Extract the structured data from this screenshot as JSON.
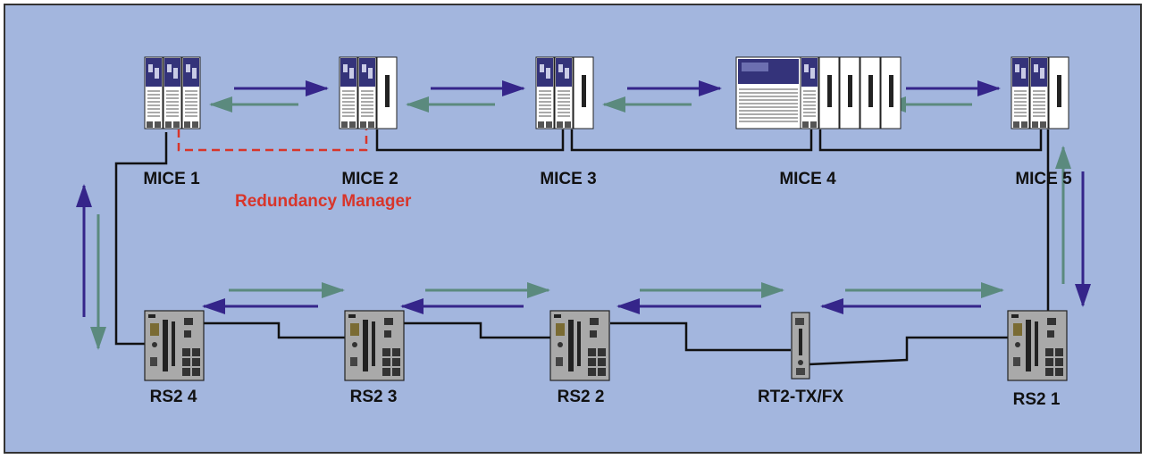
{
  "mice_devices": [
    {
      "id": "mice1",
      "label": "MICE 1"
    },
    {
      "id": "mice2",
      "label": "MICE 2"
    },
    {
      "id": "mice3",
      "label": "MICE 3"
    },
    {
      "id": "mice4",
      "label": "MICE 4"
    },
    {
      "id": "mice5",
      "label": "MICE 5"
    }
  ],
  "rs2_devices": [
    {
      "id": "rs2-4",
      "label": "RS2 4"
    },
    {
      "id": "rs2-3",
      "label": "RS2 3"
    },
    {
      "id": "rs2-2",
      "label": "RS2 2"
    },
    {
      "id": "rt2",
      "label": "RT2-TX/FX"
    },
    {
      "id": "rs2-1",
      "label": "RS2 1"
    }
  ],
  "redundancy_manager_label": "Redundancy Manager",
  "colors": {
    "background": "#a3b6de",
    "arrow_forward": "#35258a",
    "arrow_return": "#5b8a7e",
    "redundancy": "#d8352a",
    "cable": "#111111"
  }
}
